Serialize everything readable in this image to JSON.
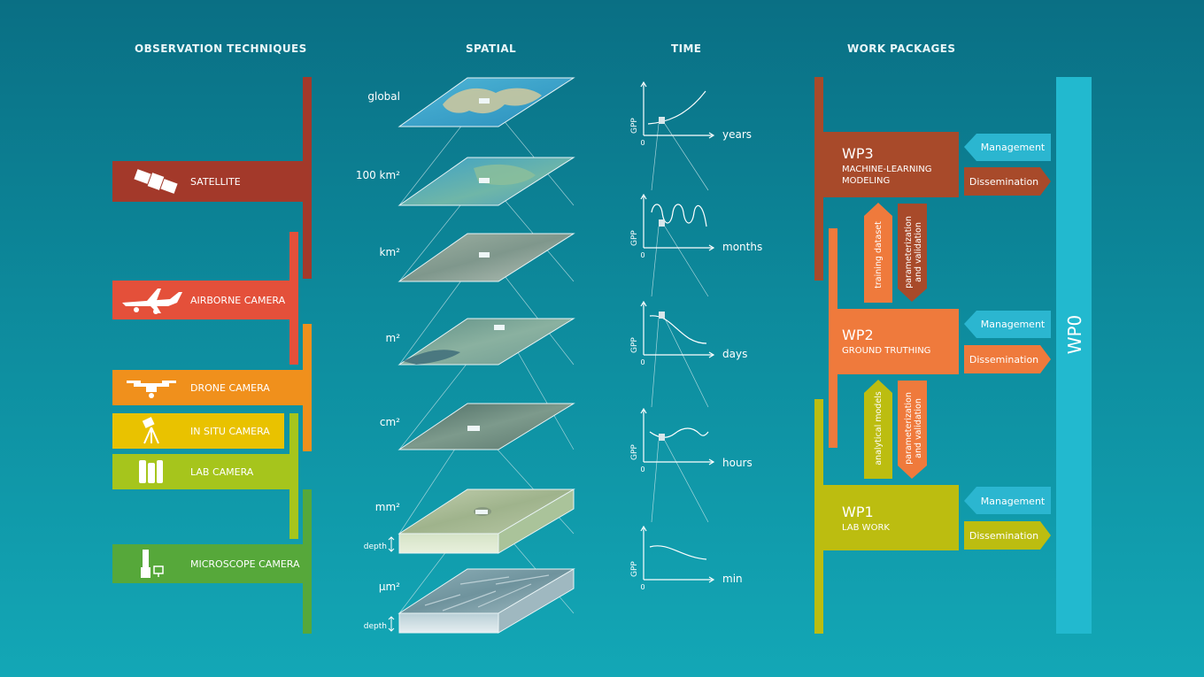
{
  "headers": {
    "observation": "OBSERVATION TECHNIQUES",
    "spatial": "SPATIAL",
    "time": "TIME",
    "work_packages": "WORK PACKAGES"
  },
  "techniques": [
    {
      "label": "SATELLITE",
      "icon": "satellite-icon",
      "color": "#a3392a"
    },
    {
      "label": "AIRBORNE CAMERA",
      "icon": "airplane-icon",
      "color": "#e4503a"
    },
    {
      "label": "DRONE CAMERA",
      "icon": "drone-icon",
      "color": "#f0901c"
    },
    {
      "label": "IN SITU CAMERA",
      "icon": "tripod-camera-icon",
      "color": "#e9c200"
    },
    {
      "label": "LAB CAMERA",
      "icon": "lab-camera-icon",
      "color": "#a6c51c"
    },
    {
      "label": "MICROSCOPE CAMERA",
      "icon": "microscope-icon",
      "color": "#56a83a"
    }
  ],
  "spatial_layers": [
    {
      "label": "global"
    },
    {
      "label": "100 km²"
    },
    {
      "label": "km²"
    },
    {
      "label": "m²"
    },
    {
      "label": "cm²"
    },
    {
      "label": "mm²",
      "depth": "depth"
    },
    {
      "label": "µm²",
      "depth": "depth"
    }
  ],
  "time_plots": {
    "ylabel": "GPP",
    "origin": "0",
    "units": [
      "years",
      "months",
      "days",
      "hours",
      "min"
    ]
  },
  "work_packages": [
    {
      "id": "WP3",
      "title": "MACHINE-LEARNING",
      "title2": "MODELING",
      "color": "#a84a2a",
      "management": "Management",
      "dissemination": "Dissemination"
    },
    {
      "id": "WP2",
      "title": "GROUND TRUTHING",
      "title2": "",
      "color": "#ef7a3c",
      "management": "Management",
      "dissemination": "Dissemination"
    },
    {
      "id": "WP1",
      "title": "LAB WORK",
      "title2": "",
      "color": "#bcbd10",
      "management": "Management",
      "dissemination": "Dissemination"
    }
  ],
  "wp0": {
    "label": "WP0",
    "color": "#22b9cf"
  },
  "links": {
    "upper_up": "training dataset",
    "upper_down": "parameterization and validation",
    "lower_up": "analytical models",
    "lower_down": "parameterization and validation"
  },
  "colors": {
    "management": "#2bb6d0",
    "wp3_dissemination": "#a84a2a",
    "wp2_dissemination": "#ef7a3c",
    "wp1_dissemination": "#bcbd10"
  }
}
